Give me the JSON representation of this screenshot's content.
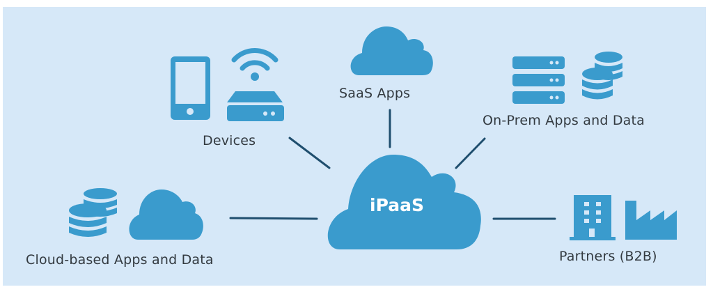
{
  "diagram": {
    "title": "iPaaS",
    "center": {
      "label": "iPaaS",
      "icon": "cloud-icon"
    },
    "nodes": [
      {
        "id": "devices",
        "label": "Devices",
        "icons": [
          "smartphone-icon",
          "wifi-router-icon"
        ]
      },
      {
        "id": "saas",
        "label": "SaaS Apps",
        "icons": [
          "cloud-icon"
        ]
      },
      {
        "id": "onprem",
        "label": "On-Prem Apps and Data",
        "icons": [
          "server-rack-icon",
          "database-icon"
        ]
      },
      {
        "id": "cloudbased",
        "label": "Cloud-based Apps and Data",
        "icons": [
          "database-icon",
          "cloud-icon"
        ]
      },
      {
        "id": "partners",
        "label": "Partners (B2B)",
        "icons": [
          "office-building-icon",
          "factory-icon"
        ]
      }
    ],
    "edges": [
      {
        "from": "devices",
        "to": "ipaas"
      },
      {
        "from": "saas",
        "to": "ipaas"
      },
      {
        "from": "onprem",
        "to": "ipaas"
      },
      {
        "from": "cloudbased",
        "to": "ipaas"
      },
      {
        "from": "partners",
        "to": "ipaas"
      }
    ],
    "colors": {
      "background": "#d6e8f8",
      "icon": "#3a9bcd",
      "connector": "#1f4e6e",
      "label_text": "#333a40",
      "center_text": "#ffffff"
    }
  }
}
